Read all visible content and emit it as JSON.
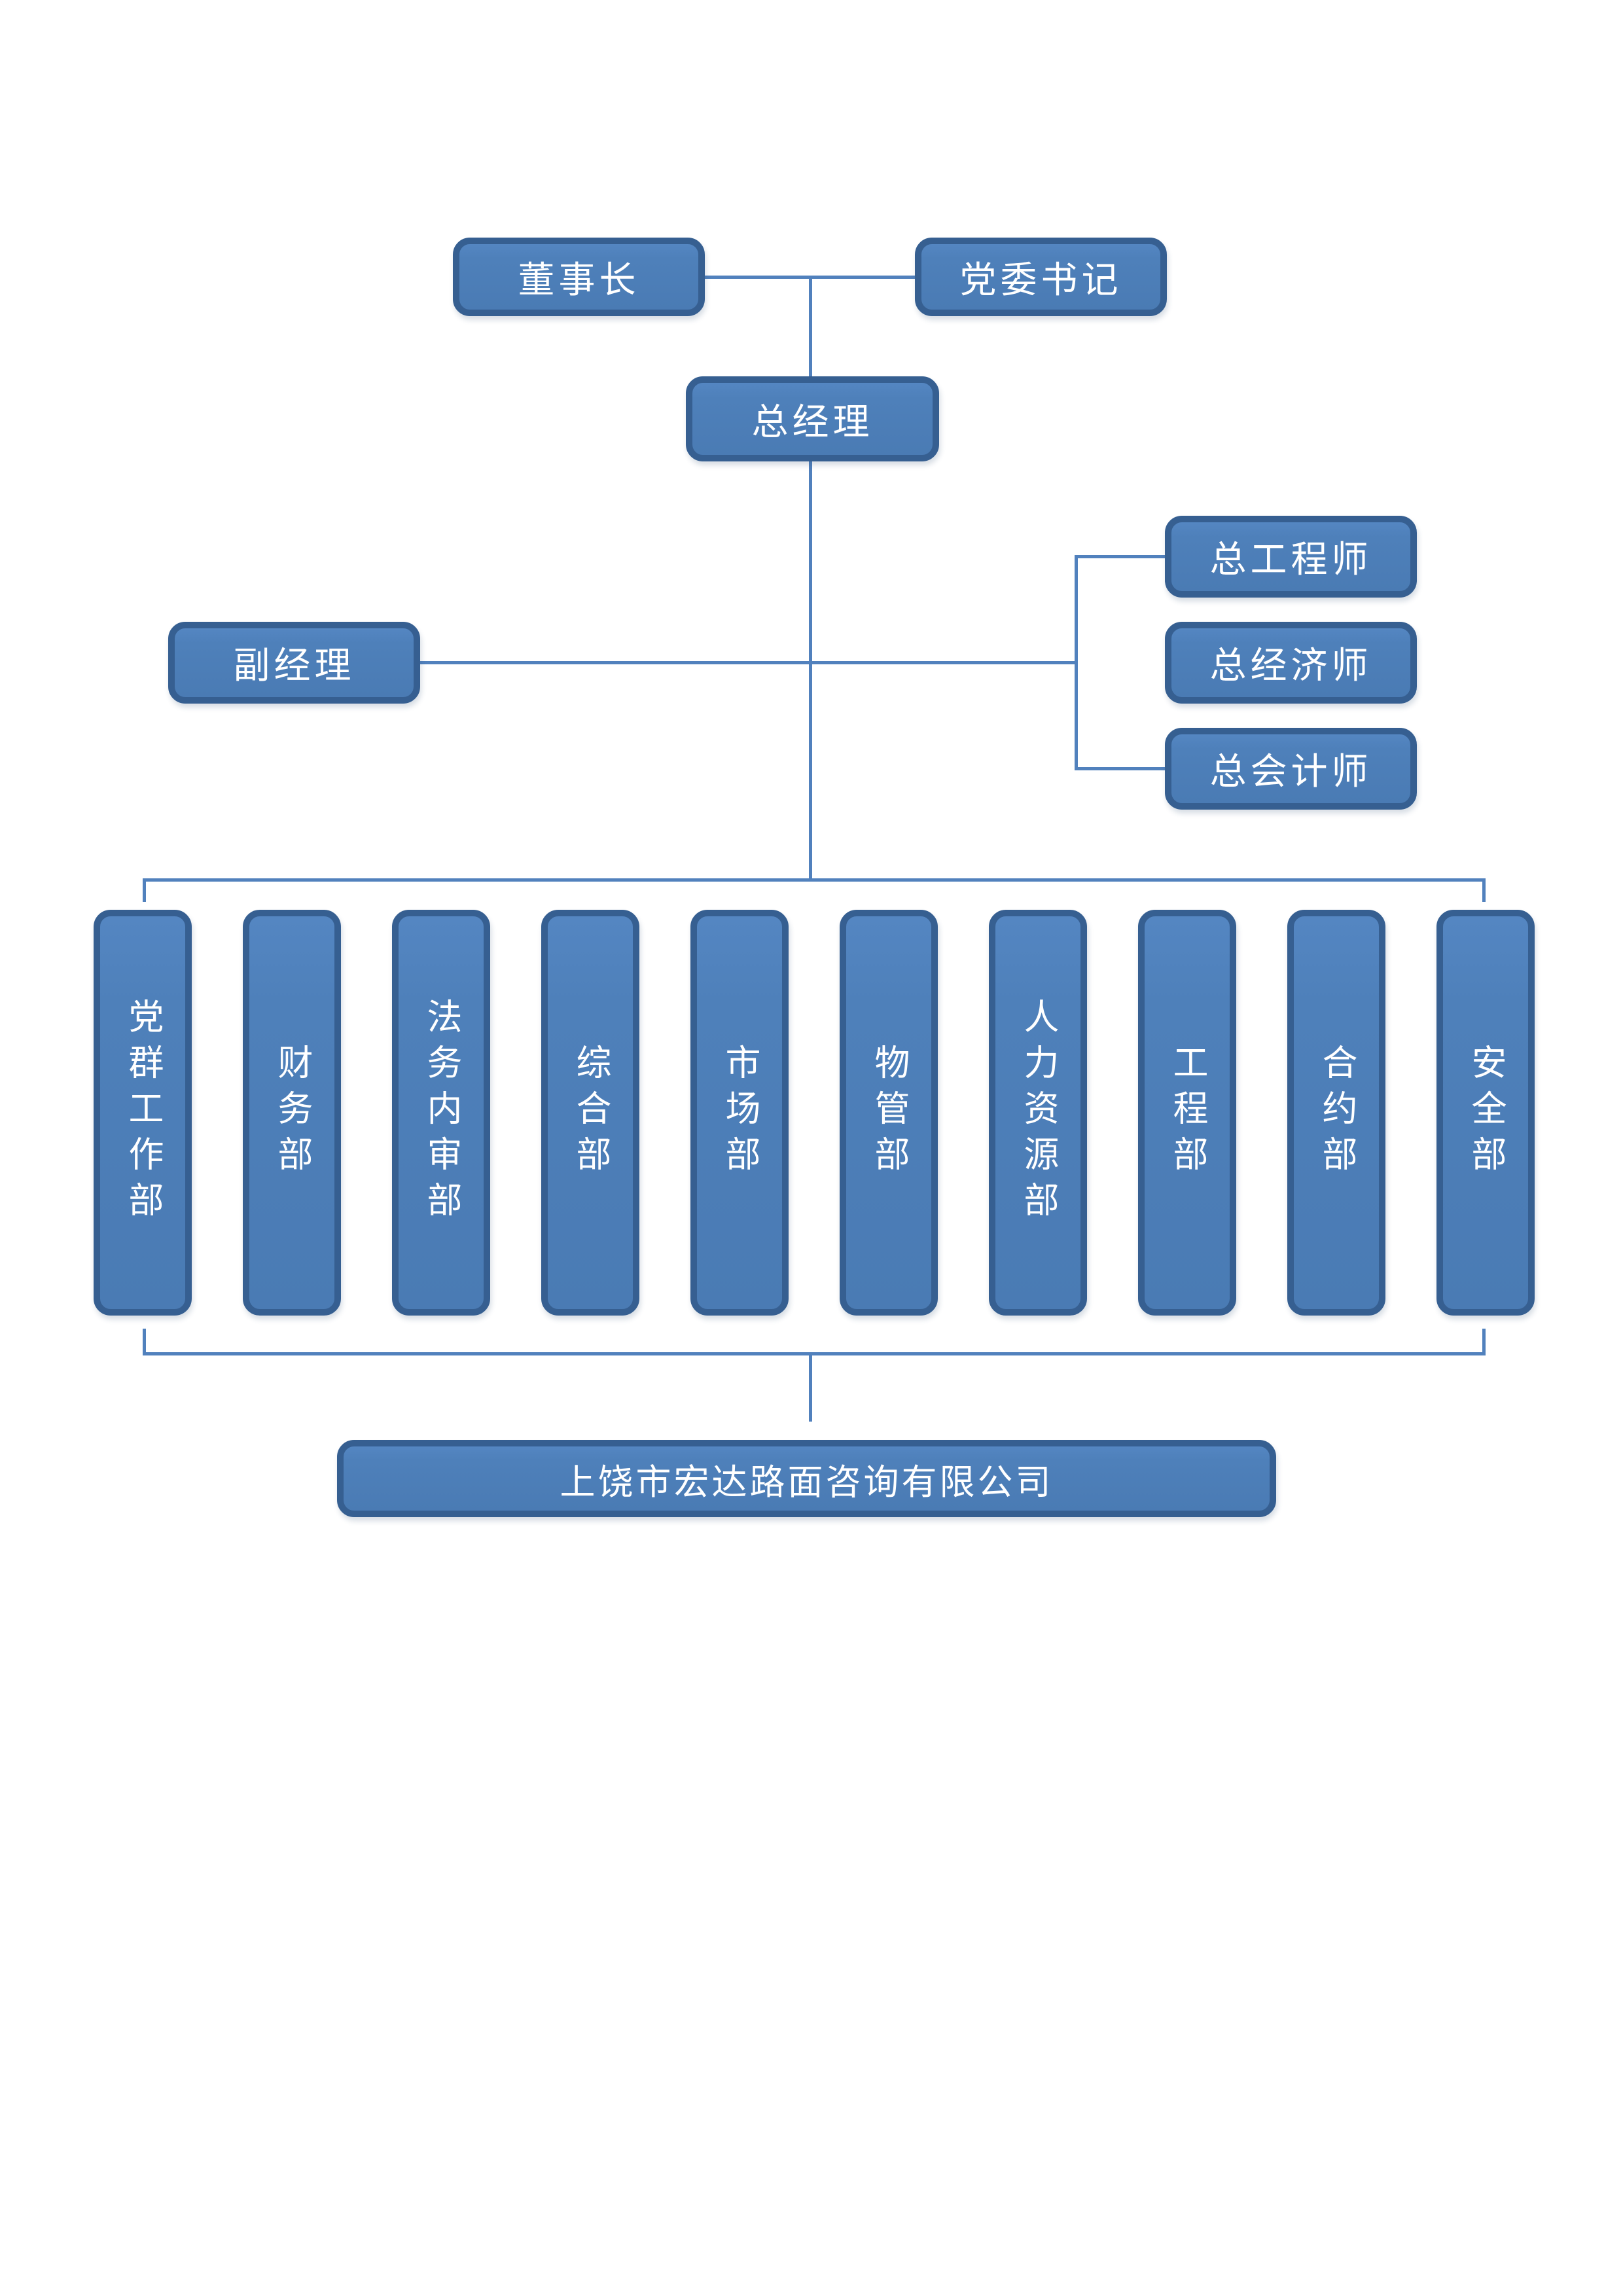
{
  "nodes": {
    "chairman": {
      "label": "董事长"
    },
    "party_secretary": {
      "label": "党委书记"
    },
    "general_manager": {
      "label": "总经理"
    },
    "deputy_manager": {
      "label": "副经理"
    },
    "chief_engineer": {
      "label": "总工程师"
    },
    "chief_economist": {
      "label": "总经济师"
    },
    "chief_accountant": {
      "label": "总会计师"
    }
  },
  "departments": [
    {
      "label": "党群工作部"
    },
    {
      "label": "财务部"
    },
    {
      "label": "法务内审部"
    },
    {
      "label": "综合部"
    },
    {
      "label": "市场部"
    },
    {
      "label": "物管部"
    },
    {
      "label": "人力资源部"
    },
    {
      "label": "工程部"
    },
    {
      "label": "合约部"
    },
    {
      "label": "安全部"
    }
  ],
  "company": {
    "label": "上饶市宏达路面咨询有限公司"
  },
  "colors": {
    "box_fill": "#4e80ba",
    "box_border": "#365f91",
    "connector": "#5181bd",
    "text": "#ffffff",
    "background": "#ffffff"
  }
}
